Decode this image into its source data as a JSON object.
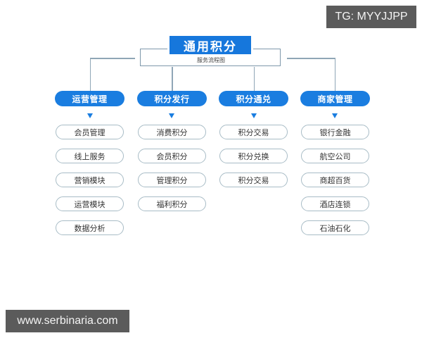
{
  "watermark_top": "TG: MYYJJPP",
  "watermark_bottom": "www.serbinaria.com",
  "root": {
    "title": "通用积分",
    "subtitle": "服务流程图"
  },
  "colors": {
    "primary_blue": "#1a7de0",
    "connector": "#8fa6b6",
    "item_border": "#a8bcc6"
  },
  "columns": [
    {
      "header": "运营管理",
      "items": [
        "会员管理",
        "线上服务",
        "营销模块",
        "运营模块",
        "数据分析"
      ]
    },
    {
      "header": "积分发行",
      "items": [
        "消费积分",
        "会员积分",
        "管理积分",
        "福利积分"
      ]
    },
    {
      "header": "积分通兑",
      "items": [
        "积分交易",
        "积分兑换",
        "积分交易"
      ]
    },
    {
      "header": "商家管理",
      "items": [
        "银行金融",
        "航空公司",
        "商超百货",
        "酒店连锁",
        "石油石化"
      ]
    }
  ]
}
